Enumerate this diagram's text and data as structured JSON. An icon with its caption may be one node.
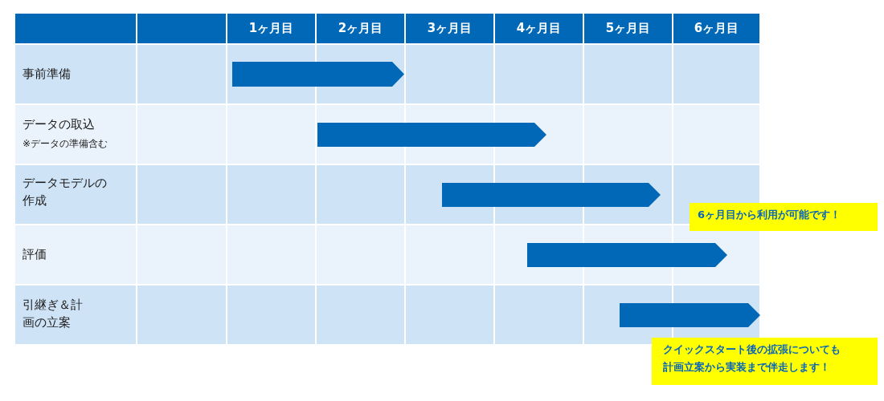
{
  "diagram": {
    "nodes": [
      {
        "text": [],
        "shape": "bar"
      },
      {
        "text": [],
        "shape": "bar"
      },
      {
        "text": [],
        "shape": "bar"
      },
      {
        "text": [],
        "shape": "bar"
      },
      {
        "text": [],
        "shape": "bar"
      },
      {
        "text": [
          "6ヶ月目から利用が可能です！"
        ]
      },
      {
        "text": [
          "クイックスタート後の拡張についても計画立案から実装まで伴走します！"
        ]
      }
    ],
    "labels": [
      "1ヶ月目",
      "2ヶ月目",
      "3ヶ月目",
      "4ヶ月目",
      "5ヶ月目",
      "6ヶ月目",
      "事前準備",
      "データの取込",
      "※データの準備含む",
      "データモデルの作成",
      "評価",
      "引継ぎ＆計画の立案"
    ]
  }
}
